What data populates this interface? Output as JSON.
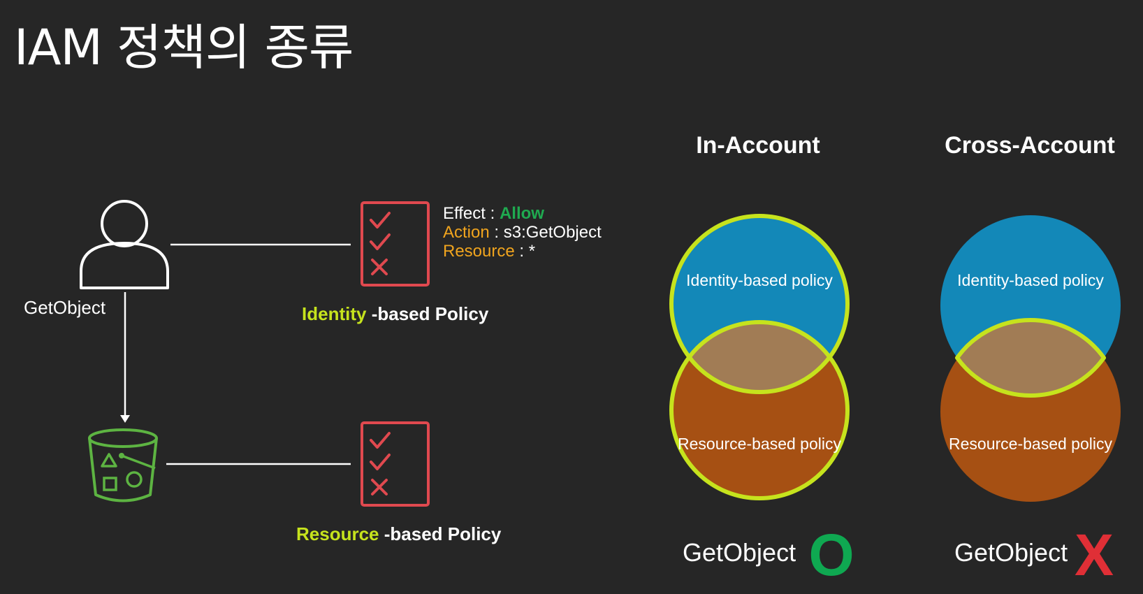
{
  "slide": {
    "title": "IAM 정책의 종류"
  },
  "left_diagram": {
    "user_label": "GetObject",
    "identity_policy": {
      "statement": {
        "effect_key": "Effect",
        "effect_value": "Allow",
        "action_key": "Action",
        "action_value": "s3:GetObject",
        "resource_key": "Resource",
        "resource_value": "*"
      },
      "caption_highlight": "Identity",
      "caption_rest": "-based Policy"
    },
    "resource_policy": {
      "caption_highlight": "Resource",
      "caption_rest": "-based Policy"
    }
  },
  "venn": {
    "in_account": {
      "heading": "In-Account",
      "top_label": "Identity-based policy",
      "bottom_label": "Resource-based policy",
      "result_text": "GetObject",
      "result_mark": "O"
    },
    "cross_account": {
      "heading": "Cross-Account",
      "top_label": "Identity-based policy",
      "bottom_label": "Resource-based policy",
      "result_text": "GetObject",
      "result_mark": "X"
    }
  },
  "colors": {
    "background": "#262626",
    "highlight_yellow_green": "#c6e31d",
    "allow_green": "#1faa50",
    "key_orange": "#f0a41e",
    "policy_red": "#e0494f",
    "bucket_green": "#5db442",
    "identity_blue": "#1388b8",
    "resource_orange": "#a65013",
    "overlap_tan": "#a17c55",
    "result_o_green": "#0fa851",
    "result_x_red": "#e02f36"
  },
  "icons": {
    "user": "user-icon",
    "bucket": "s3-bucket-icon",
    "policy_document": "policy-document-icon"
  }
}
